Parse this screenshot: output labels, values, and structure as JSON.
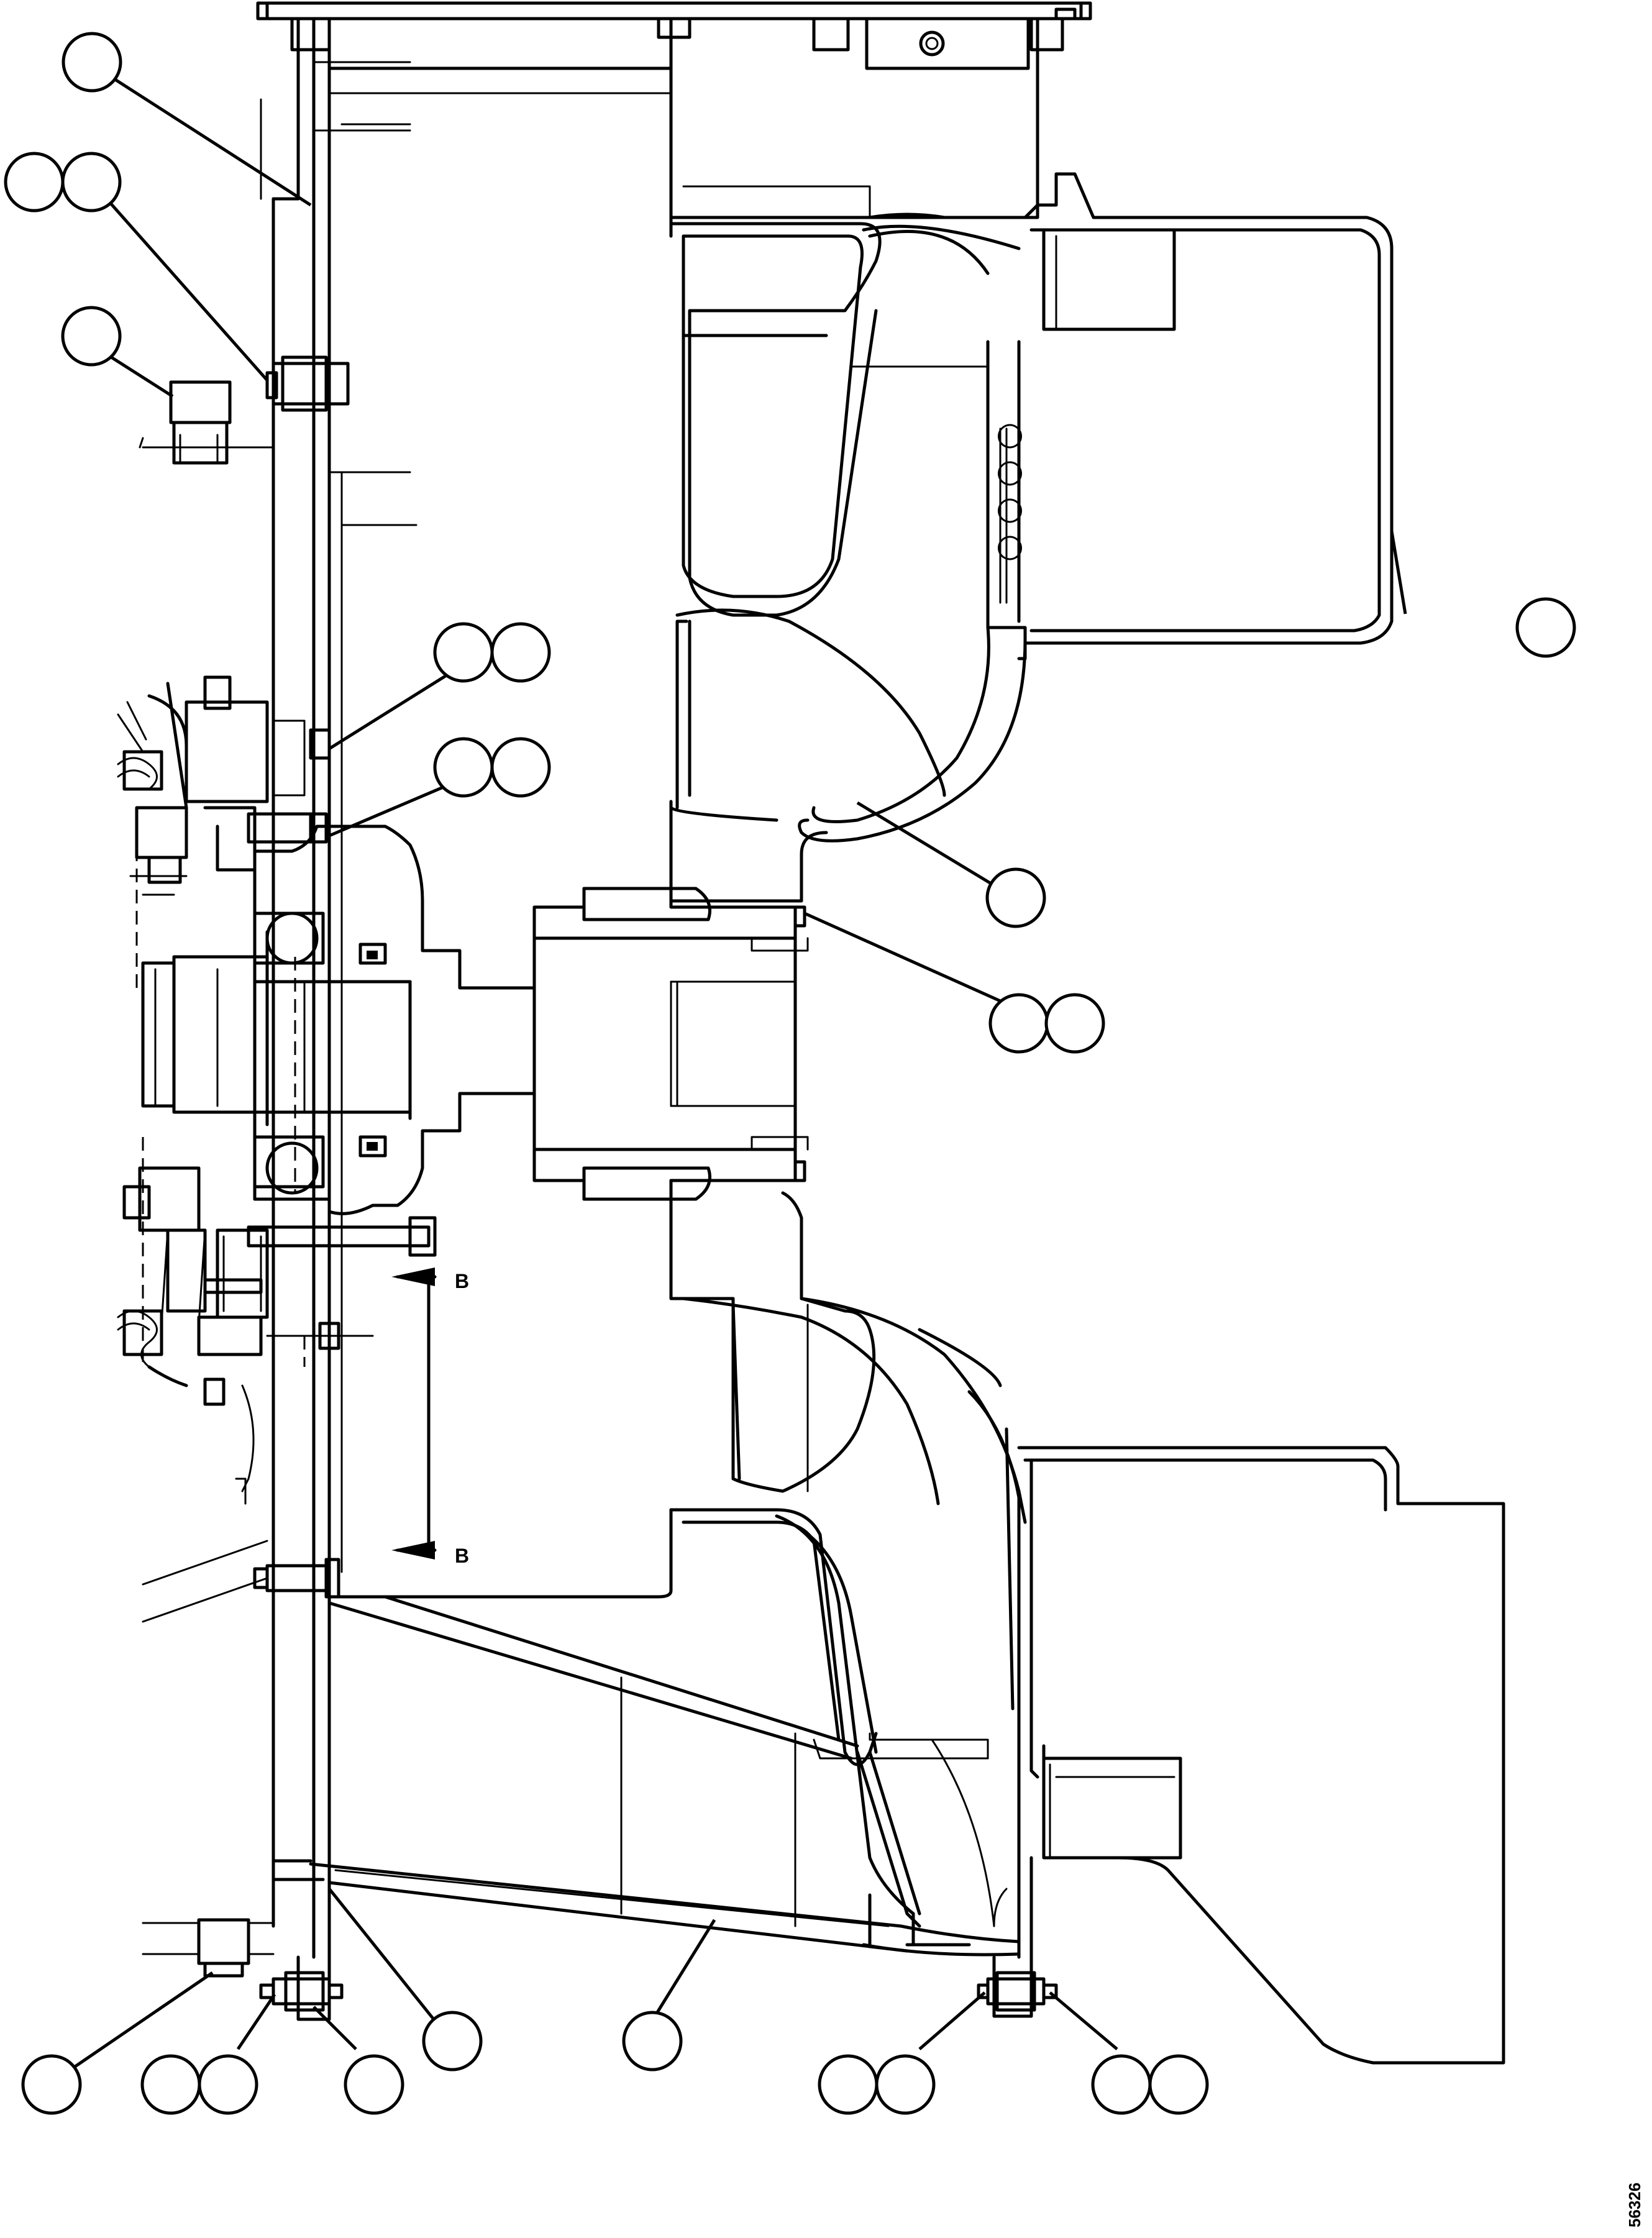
{
  "section_marker": {
    "letter_top": "B",
    "letter_bottom": "B"
  },
  "drawing_number": "56326",
  "callouts": [
    {
      "id": "upper-left-single",
      "text": ""
    },
    {
      "id": "upper-left-pair-a",
      "text": ""
    },
    {
      "id": "upper-left-pair-b",
      "text": ""
    },
    {
      "id": "left-fitting",
      "text": ""
    },
    {
      "id": "middle-pair-1-a",
      "text": ""
    },
    {
      "id": "middle-pair-1-b",
      "text": ""
    },
    {
      "id": "middle-pair-2-a",
      "text": ""
    },
    {
      "id": "middle-pair-2-b",
      "text": ""
    },
    {
      "id": "right-upper-housing",
      "text": ""
    },
    {
      "id": "right-middle-housing",
      "text": ""
    },
    {
      "id": "right-bolt-pair-a",
      "text": ""
    },
    {
      "id": "right-bolt-pair-b",
      "text": ""
    },
    {
      "id": "bottom-plate",
      "text": ""
    },
    {
      "id": "bottom-duct",
      "text": ""
    },
    {
      "id": "bottom-left-fitting",
      "text": ""
    },
    {
      "id": "bottom-pair-1-a",
      "text": ""
    },
    {
      "id": "bottom-pair-1-b",
      "text": ""
    },
    {
      "id": "bottom-single",
      "text": ""
    },
    {
      "id": "bottom-pair-2-a",
      "text": ""
    },
    {
      "id": "bottom-pair-2-b",
      "text": ""
    },
    {
      "id": "bottom-pair-3-a",
      "text": ""
    },
    {
      "id": "bottom-pair-3-b",
      "text": ""
    }
  ]
}
